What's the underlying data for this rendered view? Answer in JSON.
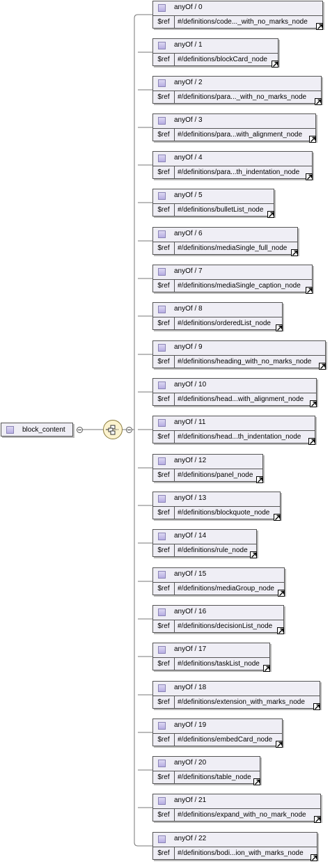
{
  "root": {
    "label": "block_content"
  },
  "ref_label": "$ref",
  "nodes": [
    {
      "title": "anyOf / 0",
      "path": "#/definitions/code..._with_no_marks_node"
    },
    {
      "title": "anyOf / 1",
      "path": "#/definitions/blockCard_node"
    },
    {
      "title": "anyOf / 2",
      "path": "#/definitions/para..._with_no_marks_node"
    },
    {
      "title": "anyOf / 3",
      "path": "#/definitions/para...with_alignment_node"
    },
    {
      "title": "anyOf / 4",
      "path": "#/definitions/para...th_indentation_node"
    },
    {
      "title": "anyOf / 5",
      "path": "#/definitions/bulletList_node"
    },
    {
      "title": "anyOf / 6",
      "path": "#/definitions/mediaSingle_full_node"
    },
    {
      "title": "anyOf / 7",
      "path": "#/definitions/mediaSingle_caption_node"
    },
    {
      "title": "anyOf / 8",
      "path": "#/definitions/orderedList_node"
    },
    {
      "title": "anyOf / 9",
      "path": "#/definitions/heading_with_no_marks_node"
    },
    {
      "title": "anyOf / 10",
      "path": "#/definitions/head...with_alignment_node"
    },
    {
      "title": "anyOf / 11",
      "path": "#/definitions/head...th_indentation_node"
    },
    {
      "title": "anyOf / 12",
      "path": "#/definitions/panel_node"
    },
    {
      "title": "anyOf / 13",
      "path": "#/definitions/blockquote_node"
    },
    {
      "title": "anyOf / 14",
      "path": "#/definitions/rule_node"
    },
    {
      "title": "anyOf / 15",
      "path": "#/definitions/mediaGroup_node"
    },
    {
      "title": "anyOf / 16",
      "path": "#/definitions/decisionList_node"
    },
    {
      "title": "anyOf / 17",
      "path": "#/definitions/taskList_node"
    },
    {
      "title": "anyOf / 18",
      "path": "#/definitions/extension_with_marks_node"
    },
    {
      "title": "anyOf / 19",
      "path": "#/definitions/embedCard_node"
    },
    {
      "title": "anyOf / 20",
      "path": "#/definitions/table_node"
    },
    {
      "title": "anyOf / 21",
      "path": "#/definitions/expand_with_no_mark_node"
    },
    {
      "title": "anyOf / 22",
      "path": "#/definitions/bodi...ion_with_marks_node"
    }
  ]
}
